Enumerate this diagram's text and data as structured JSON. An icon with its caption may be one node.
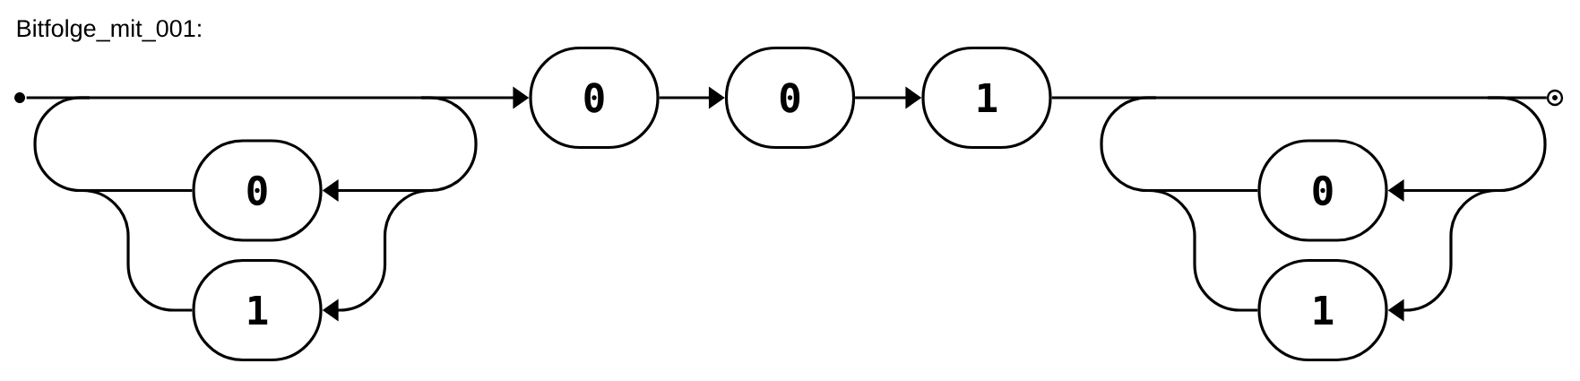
{
  "diagram": {
    "title": "Bitfolge_mit_001:",
    "nodes": [
      {
        "text": [],
        "shape": "circle"
      },
      {
        "text": [
          "0"
        ]
      },
      {
        "text": [
          "0"
        ]
      },
      {
        "text": [
          "1"
        ]
      },
      {
        "text": [],
        "shape": "circle"
      },
      {
        "text": [
          "0"
        ]
      },
      {
        "text": [
          "1"
        ]
      },
      {
        "text": [
          "0"
        ]
      },
      {
        "text": [
          "1"
        ]
      }
    ],
    "edges": [
      {
        "from": 0,
        "to": 1,
        "arrow": "to"
      },
      {
        "from": 1,
        "to": 2,
        "arrow": "to"
      },
      {
        "from": 2,
        "to": 3,
        "arrow": "to"
      },
      {
        "from": 3,
        "to": 4,
        "arrow": "none"
      },
      {
        "from": null,
        "to": 5,
        "arrow": "to"
      },
      {
        "from": 5,
        "to": null,
        "arrow": "none"
      },
      {
        "from": null,
        "to": 6,
        "arrow": "to"
      },
      {
        "from": 6,
        "to": null,
        "arrow": "none"
      },
      {
        "from": null,
        "to": 7,
        "arrow": "to"
      },
      {
        "from": 7,
        "to": null,
        "arrow": "none"
      },
      {
        "from": null,
        "to": 8,
        "arrow": "to"
      },
      {
        "from": 8,
        "to": null,
        "arrow": "none"
      }
    ]
  }
}
